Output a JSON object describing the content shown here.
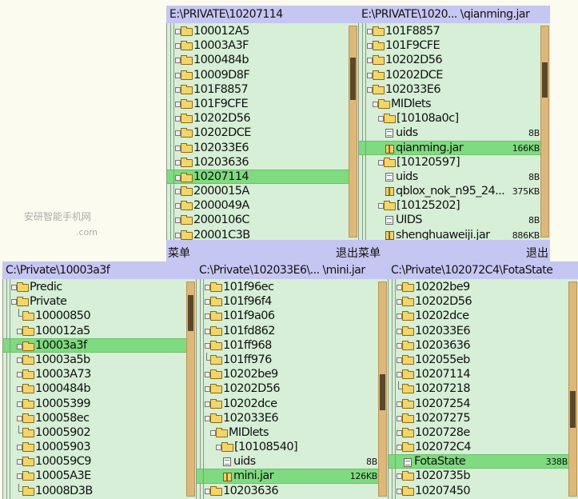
{
  "colors": {
    "title_bg": "#c6c6f2",
    "list_bg": "#d6efd6",
    "selection": "#7fdb7f",
    "scroll_track": "#dcb87a",
    "scroll_thumb": "#5a4828"
  },
  "softkeys": {
    "menu": "菜单",
    "exit": "退出",
    "exit_menu": "退出菜单"
  },
  "watermark": {
    "line1": "安研智能手机网",
    "line2": ".com"
  },
  "panels": [
    {
      "id": "top-left",
      "title": "E:\\PRIVATE\\10207114",
      "scroll": {
        "start": 0.15,
        "size": 0.2
      },
      "rows": [
        {
          "label": "100012A5",
          "type": "folder",
          "exp": "+",
          "lvl": 0
        },
        {
          "label": "10003A3F",
          "type": "folder",
          "exp": "+",
          "lvl": 0
        },
        {
          "label": "1000484b",
          "type": "folder",
          "exp": "+",
          "lvl": 0
        },
        {
          "label": "10009D8F",
          "type": "folder",
          "exp": "+",
          "lvl": 0
        },
        {
          "label": "101F8857",
          "type": "folder",
          "exp": "+",
          "lvl": 0
        },
        {
          "label": "101F9CFE",
          "type": "folder",
          "exp": "+",
          "lvl": 0
        },
        {
          "label": "10202D56",
          "type": "folder",
          "exp": "+",
          "lvl": 0
        },
        {
          "label": "10202DCE",
          "type": "folder",
          "exp": "+",
          "lvl": 0
        },
        {
          "label": "102033E6",
          "type": "folder",
          "exp": "+",
          "lvl": 0
        },
        {
          "label": "10203636",
          "type": "folder",
          "exp": "+",
          "lvl": 0
        },
        {
          "label": "10207114",
          "type": "folder",
          "exp": "+",
          "lvl": 0,
          "selected": true
        },
        {
          "label": "2000015A",
          "type": "folder",
          "exp": "+",
          "lvl": 0
        },
        {
          "label": "2000049A",
          "type": "folder",
          "exp": "+",
          "lvl": 0
        },
        {
          "label": "2000106C",
          "type": "folder",
          "exp": "+",
          "lvl": 0
        },
        {
          "label": "20001C3B",
          "type": "folder",
          "exp": "+",
          "lvl": 0
        }
      ]
    },
    {
      "id": "top-right",
      "title": "E:\\PRIVATE\\1020... \\qianming.jar",
      "scroll": {
        "start": 0.17,
        "size": 0.17
      },
      "rows": [
        {
          "label": "101F8857",
          "type": "folder",
          "exp": "+",
          "lvl": 0
        },
        {
          "label": "101F9CFE",
          "type": "folder",
          "exp": "+",
          "lvl": 0
        },
        {
          "label": "10202D56",
          "type": "folder",
          "exp": "+",
          "lvl": 0
        },
        {
          "label": "10202DCE",
          "type": "folder",
          "exp": "+",
          "lvl": 0
        },
        {
          "label": "102033E6",
          "type": "folder",
          "exp": "-",
          "lvl": 0
        },
        {
          "label": "MIDlets",
          "type": "folder",
          "exp": "-",
          "lvl": 1
        },
        {
          "label": "[10108a0c]",
          "type": "folder",
          "exp": "-",
          "lvl": 2
        },
        {
          "label": "uids",
          "type": "file",
          "lvl": 3,
          "size": "8B"
        },
        {
          "label": "qianming.jar",
          "type": "jar",
          "lvl": 3,
          "size": "166KB",
          "selected": true
        },
        {
          "label": "[10120597]",
          "type": "folder",
          "exp": "-",
          "lvl": 2
        },
        {
          "label": "uids",
          "type": "file",
          "lvl": 3,
          "size": "8B"
        },
        {
          "label": "qblox_nok_n95_24...",
          "type": "jar",
          "lvl": 3,
          "size": "375KB"
        },
        {
          "label": "[10125202]",
          "type": "folder",
          "exp": "-",
          "lvl": 2
        },
        {
          "label": "UIDS",
          "type": "file",
          "lvl": 3,
          "size": "8B"
        },
        {
          "label": "shenghuaweiji.jar",
          "type": "jar",
          "lvl": 3,
          "size": "886KB"
        }
      ]
    },
    {
      "id": "bottom-left",
      "title": "C:\\Private\\10003a3f",
      "scroll": {
        "start": 0.06,
        "size": 0.17
      },
      "rows": [
        {
          "label": "Predic",
          "type": "folder",
          "exp": "+",
          "lvl": 0
        },
        {
          "label": "Private",
          "type": "folder",
          "exp": "-",
          "lvl": 0
        },
        {
          "label": "10000850",
          "type": "folder",
          "lvl": 1
        },
        {
          "label": "100012a5",
          "type": "folder",
          "exp": "+",
          "lvl": 1
        },
        {
          "label": "10003a3f",
          "type": "folder",
          "exp": "+",
          "lvl": 1,
          "selected": true
        },
        {
          "label": "10003a5b",
          "type": "folder",
          "exp": "+",
          "lvl": 1
        },
        {
          "label": "10003A73",
          "type": "folder",
          "exp": "+",
          "lvl": 1
        },
        {
          "label": "1000484b",
          "type": "folder",
          "exp": "+",
          "lvl": 1
        },
        {
          "label": "10005399",
          "type": "folder",
          "exp": "+",
          "lvl": 1
        },
        {
          "label": "100058ec",
          "type": "folder",
          "exp": "+",
          "lvl": 1
        },
        {
          "label": "10005902",
          "type": "folder",
          "lvl": 1
        },
        {
          "label": "10005903",
          "type": "folder",
          "exp": "+",
          "lvl": 1
        },
        {
          "label": "100059C9",
          "type": "folder",
          "exp": "+",
          "lvl": 1
        },
        {
          "label": "10005A3E",
          "type": "folder",
          "exp": "+",
          "lvl": 1
        },
        {
          "label": "10008D3B",
          "type": "folder",
          "lvl": 1
        }
      ]
    },
    {
      "id": "bottom-middle",
      "title": "C:\\Private\\102033E6\\...  \\mini.jar",
      "scroll": {
        "start": 0.43,
        "size": 0.17
      },
      "rows": [
        {
          "label": "101f96ec",
          "type": "folder",
          "exp": "+",
          "lvl": 0
        },
        {
          "label": "101f96f4",
          "type": "folder",
          "exp": "+",
          "lvl": 0
        },
        {
          "label": "101f9a06",
          "type": "folder",
          "exp": "+",
          "lvl": 0
        },
        {
          "label": "101fd862",
          "type": "folder",
          "exp": "+",
          "lvl": 0
        },
        {
          "label": "101ff968",
          "type": "folder",
          "exp": "+",
          "lvl": 0
        },
        {
          "label": "101ff976",
          "type": "folder",
          "lvl": 0
        },
        {
          "label": "10202be9",
          "type": "folder",
          "exp": "+",
          "lvl": 0
        },
        {
          "label": "10202D56",
          "type": "folder",
          "exp": "+",
          "lvl": 0
        },
        {
          "label": "10202dce",
          "type": "folder",
          "exp": "+",
          "lvl": 0
        },
        {
          "label": "102033E6",
          "type": "folder",
          "exp": "-",
          "lvl": 0
        },
        {
          "label": "MIDlets",
          "type": "folder",
          "exp": "-",
          "lvl": 1
        },
        {
          "label": "[10108540]",
          "type": "folder",
          "exp": "-",
          "lvl": 2
        },
        {
          "label": "uids",
          "type": "file",
          "lvl": 3,
          "size": "8B"
        },
        {
          "label": "mini.jar",
          "type": "jar",
          "lvl": 3,
          "size": "126KB",
          "selected": true
        },
        {
          "label": "10203636",
          "type": "folder",
          "exp": "+",
          "lvl": 0
        }
      ]
    },
    {
      "id": "bottom-right",
      "title": "C:\\Private\\102072C4\\FotaState",
      "scroll": {
        "start": 0.51,
        "size": 0.17
      },
      "rows": [
        {
          "label": "10202be9",
          "type": "folder",
          "exp": "+",
          "lvl": 0
        },
        {
          "label": "10202D56",
          "type": "folder",
          "exp": "+",
          "lvl": 0
        },
        {
          "label": "10202dce",
          "type": "folder",
          "exp": "+",
          "lvl": 0
        },
        {
          "label": "102033E6",
          "type": "folder",
          "exp": "+",
          "lvl": 0
        },
        {
          "label": "10203636",
          "type": "folder",
          "exp": "+",
          "lvl": 0
        },
        {
          "label": "102055eb",
          "type": "folder",
          "exp": "+",
          "lvl": 0
        },
        {
          "label": "10207114",
          "type": "folder",
          "exp": "+",
          "lvl": 0
        },
        {
          "label": "10207218",
          "type": "folder",
          "lvl": 0
        },
        {
          "label": "10207254",
          "type": "folder",
          "exp": "+",
          "lvl": 0
        },
        {
          "label": "10207275",
          "type": "folder",
          "exp": "+",
          "lvl": 0
        },
        {
          "label": "1020728e",
          "type": "folder",
          "exp": "+",
          "lvl": 0
        },
        {
          "label": "102072C4",
          "type": "folder",
          "exp": "-",
          "lvl": 0
        },
        {
          "label": "FotaState",
          "type": "file",
          "lvl": 1,
          "size": "338B",
          "selected": true
        },
        {
          "label": "1020735b",
          "type": "folder",
          "exp": "+",
          "lvl": 0
        },
        {
          "label": "10207450",
          "type": "folder",
          "exp": "+",
          "lvl": 0
        }
      ]
    }
  ]
}
